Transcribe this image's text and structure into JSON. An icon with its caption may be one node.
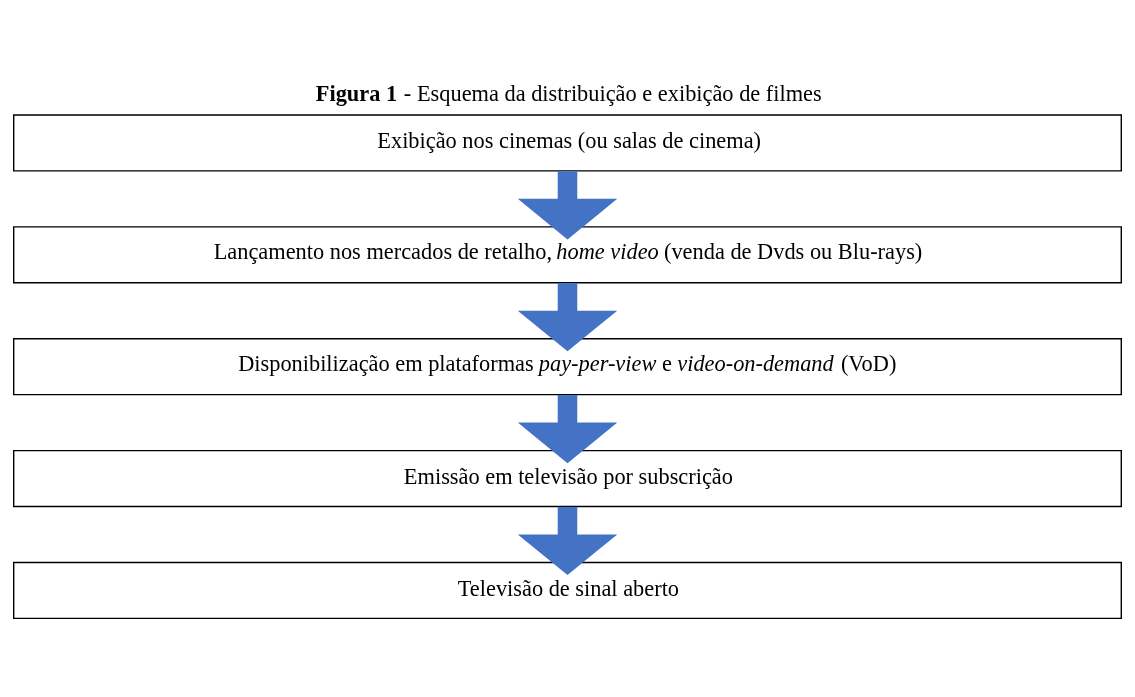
{
  "diagram": {
    "title": "**Figura 1** - Esquema da distribuição e exibição de filmes",
    "nodes": [
      {
        "text": [
          "Exibição nos cinemas (ou salas de cinema)"
        ]
      },
      {
        "text": [
          "Lançamento nos mercados de retalho, *home video* (venda de Dvds ou Blu-rays)"
        ]
      },
      {
        "text": [
          "Disponibilização em plataformas *pay-per-view* e *video-on-demand* (VoD)"
        ]
      },
      {
        "text": [
          "Emissão em televisão por subscrição"
        ]
      },
      {
        "text": [
          "Televisão de sinal aberto"
        ]
      }
    ],
    "edges": [
      {
        "from": 0,
        "to": 1,
        "arrow": "to"
      },
      {
        "from": 1,
        "to": 2,
        "arrow": "to"
      },
      {
        "from": 2,
        "to": 3,
        "arrow": "to"
      },
      {
        "from": 3,
        "to": 4,
        "arrow": "to"
      }
    ]
  }
}
